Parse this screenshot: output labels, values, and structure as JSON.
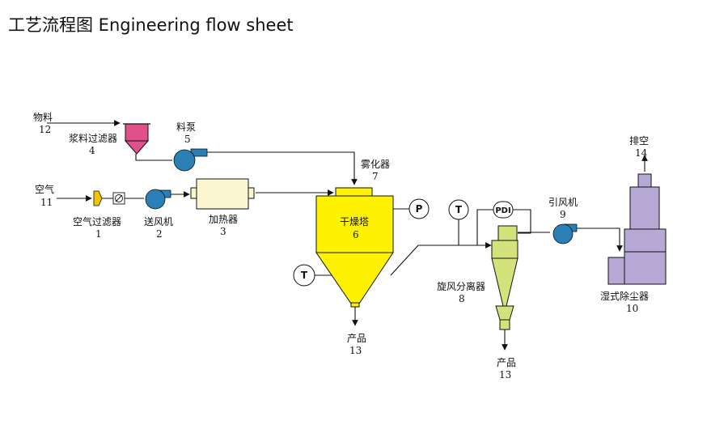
{
  "title": "工艺流程图  Engineering flow sheet",
  "colors": {
    "filter": "#e0508a",
    "pump": "#2a7fb4",
    "heater": "#fbf6cf",
    "dryer": "#fff200",
    "cyclone": "#d3e27a",
    "scrubber": "#b7a9d6"
  },
  "labels": {
    "material": "物料",
    "material_no": "12",
    "slurry_filter": "浆料过滤器",
    "slurry_filter_no": "4",
    "pump": "料泵",
    "pump_no": "5",
    "atomizer": "雾化器",
    "atomizer_no": "7",
    "air": "空气",
    "air_no": "11",
    "air_filter": "空气过滤器",
    "air_filter_no": "1",
    "blower": "送风机",
    "blower_no": "2",
    "heater": "加热器",
    "heater_no": "3",
    "dryer": "干燥塔",
    "dryer_no": "6",
    "product_a": "产品",
    "product_a_no": "13",
    "cyclone": "旋风分离器",
    "cyclone_no": "8",
    "product_b": "产品",
    "product_b_no": "13",
    "fan": "引风机",
    "fan_no": "9",
    "exhaust": "排空",
    "exhaust_no": "14",
    "scrubber": "湿式除尘器",
    "scrubber_no": "10"
  },
  "instruments": {
    "t_dryer": "T",
    "p_dryer": "P",
    "t_outlet": "T",
    "pdi": "PDI"
  }
}
